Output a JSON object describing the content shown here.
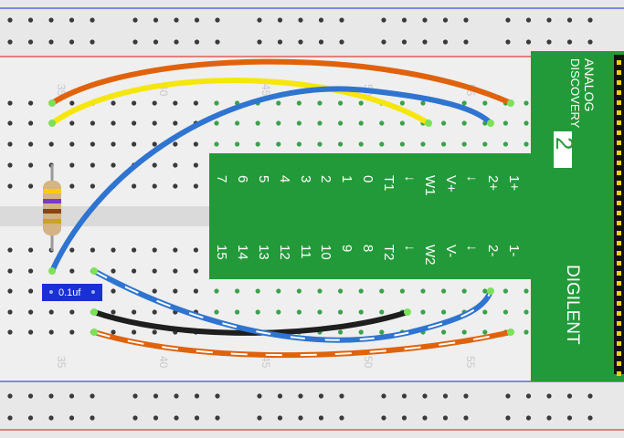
{
  "breadboard": {
    "row_numbers": [
      "35",
      "40",
      "45",
      "50",
      "55"
    ]
  },
  "device": {
    "brand_line1": "ANALOG",
    "brand_line2": "DISCOVERY",
    "model": "2",
    "maker": "DIGILENT",
    "top_pins": [
      "7",
      "6",
      "5",
      "4",
      "3",
      "2",
      "1",
      "0",
      "T1",
      "↓",
      "W1",
      "V+",
      "↓",
      "2+",
      "1+"
    ],
    "bottom_pins": [
      "15",
      "14",
      "13",
      "12",
      "11",
      "10",
      "9",
      "8",
      "T2",
      "↓",
      "W2",
      "V-",
      "↓",
      "2-",
      "1-"
    ]
  },
  "components": {
    "capacitor_label": "0.1uf",
    "resistor_bands": [
      "#ffcc00",
      "#7a3cc4",
      "#8b4513",
      "#c9a227"
    ]
  },
  "colors": {
    "board_green": "#239a39",
    "wire_orange": "#e0620b",
    "wire_yellow": "#f5e60c",
    "wire_blue": "#2f74d0",
    "wire_black": "#1e1e1e",
    "rail_red": "#e04040",
    "rail_blue": "#4050d0",
    "capacitor_blue": "#1a2fd6"
  }
}
